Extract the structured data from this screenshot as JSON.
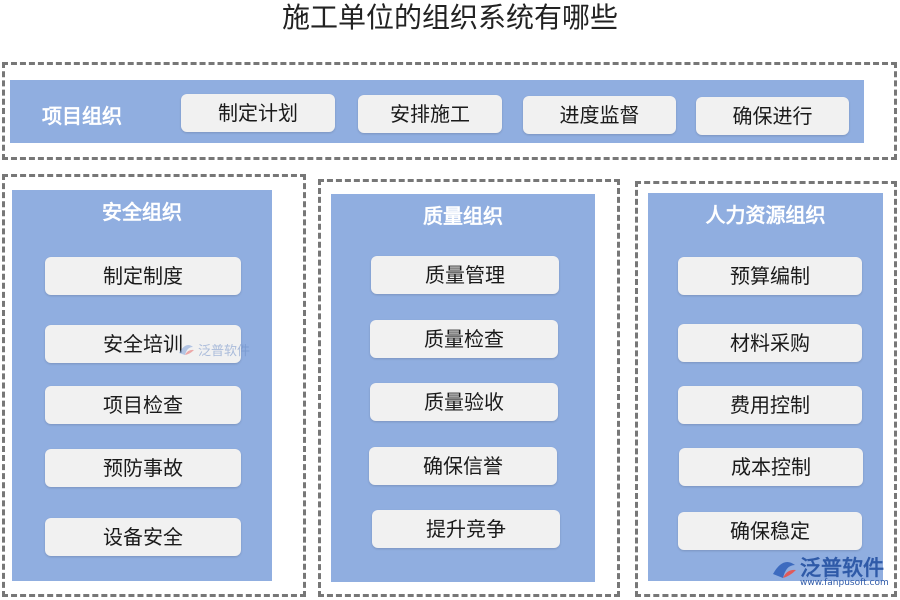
{
  "title": "施工单位的组织系统有哪些",
  "project_org": {
    "label": "项目组织",
    "items": [
      "制定计划",
      "安排施工",
      "进度监督",
      "确保进行"
    ]
  },
  "safety_org": {
    "title": "安全组织",
    "items": [
      "制定制度",
      "安全培训",
      "项目检查",
      "预防事故",
      "设备安全"
    ]
  },
  "quality_org": {
    "title": "质量组织",
    "items": [
      "质量管理",
      "质量检查",
      "质量验收",
      "确保信誉",
      "提升竞争"
    ]
  },
  "hr_org": {
    "title": "人力资源组织",
    "items": [
      "预算编制",
      "材料采购",
      "费用控制",
      "成本控制",
      "确保稳定"
    ]
  },
  "watermark": {
    "text": "泛普软件"
  },
  "logo": {
    "name": "泛普软件",
    "url": "www.fanpusoft.com"
  },
  "colors": {
    "panel": "#90aee0",
    "chip": "#f1f1f1",
    "dash": "#777777"
  }
}
